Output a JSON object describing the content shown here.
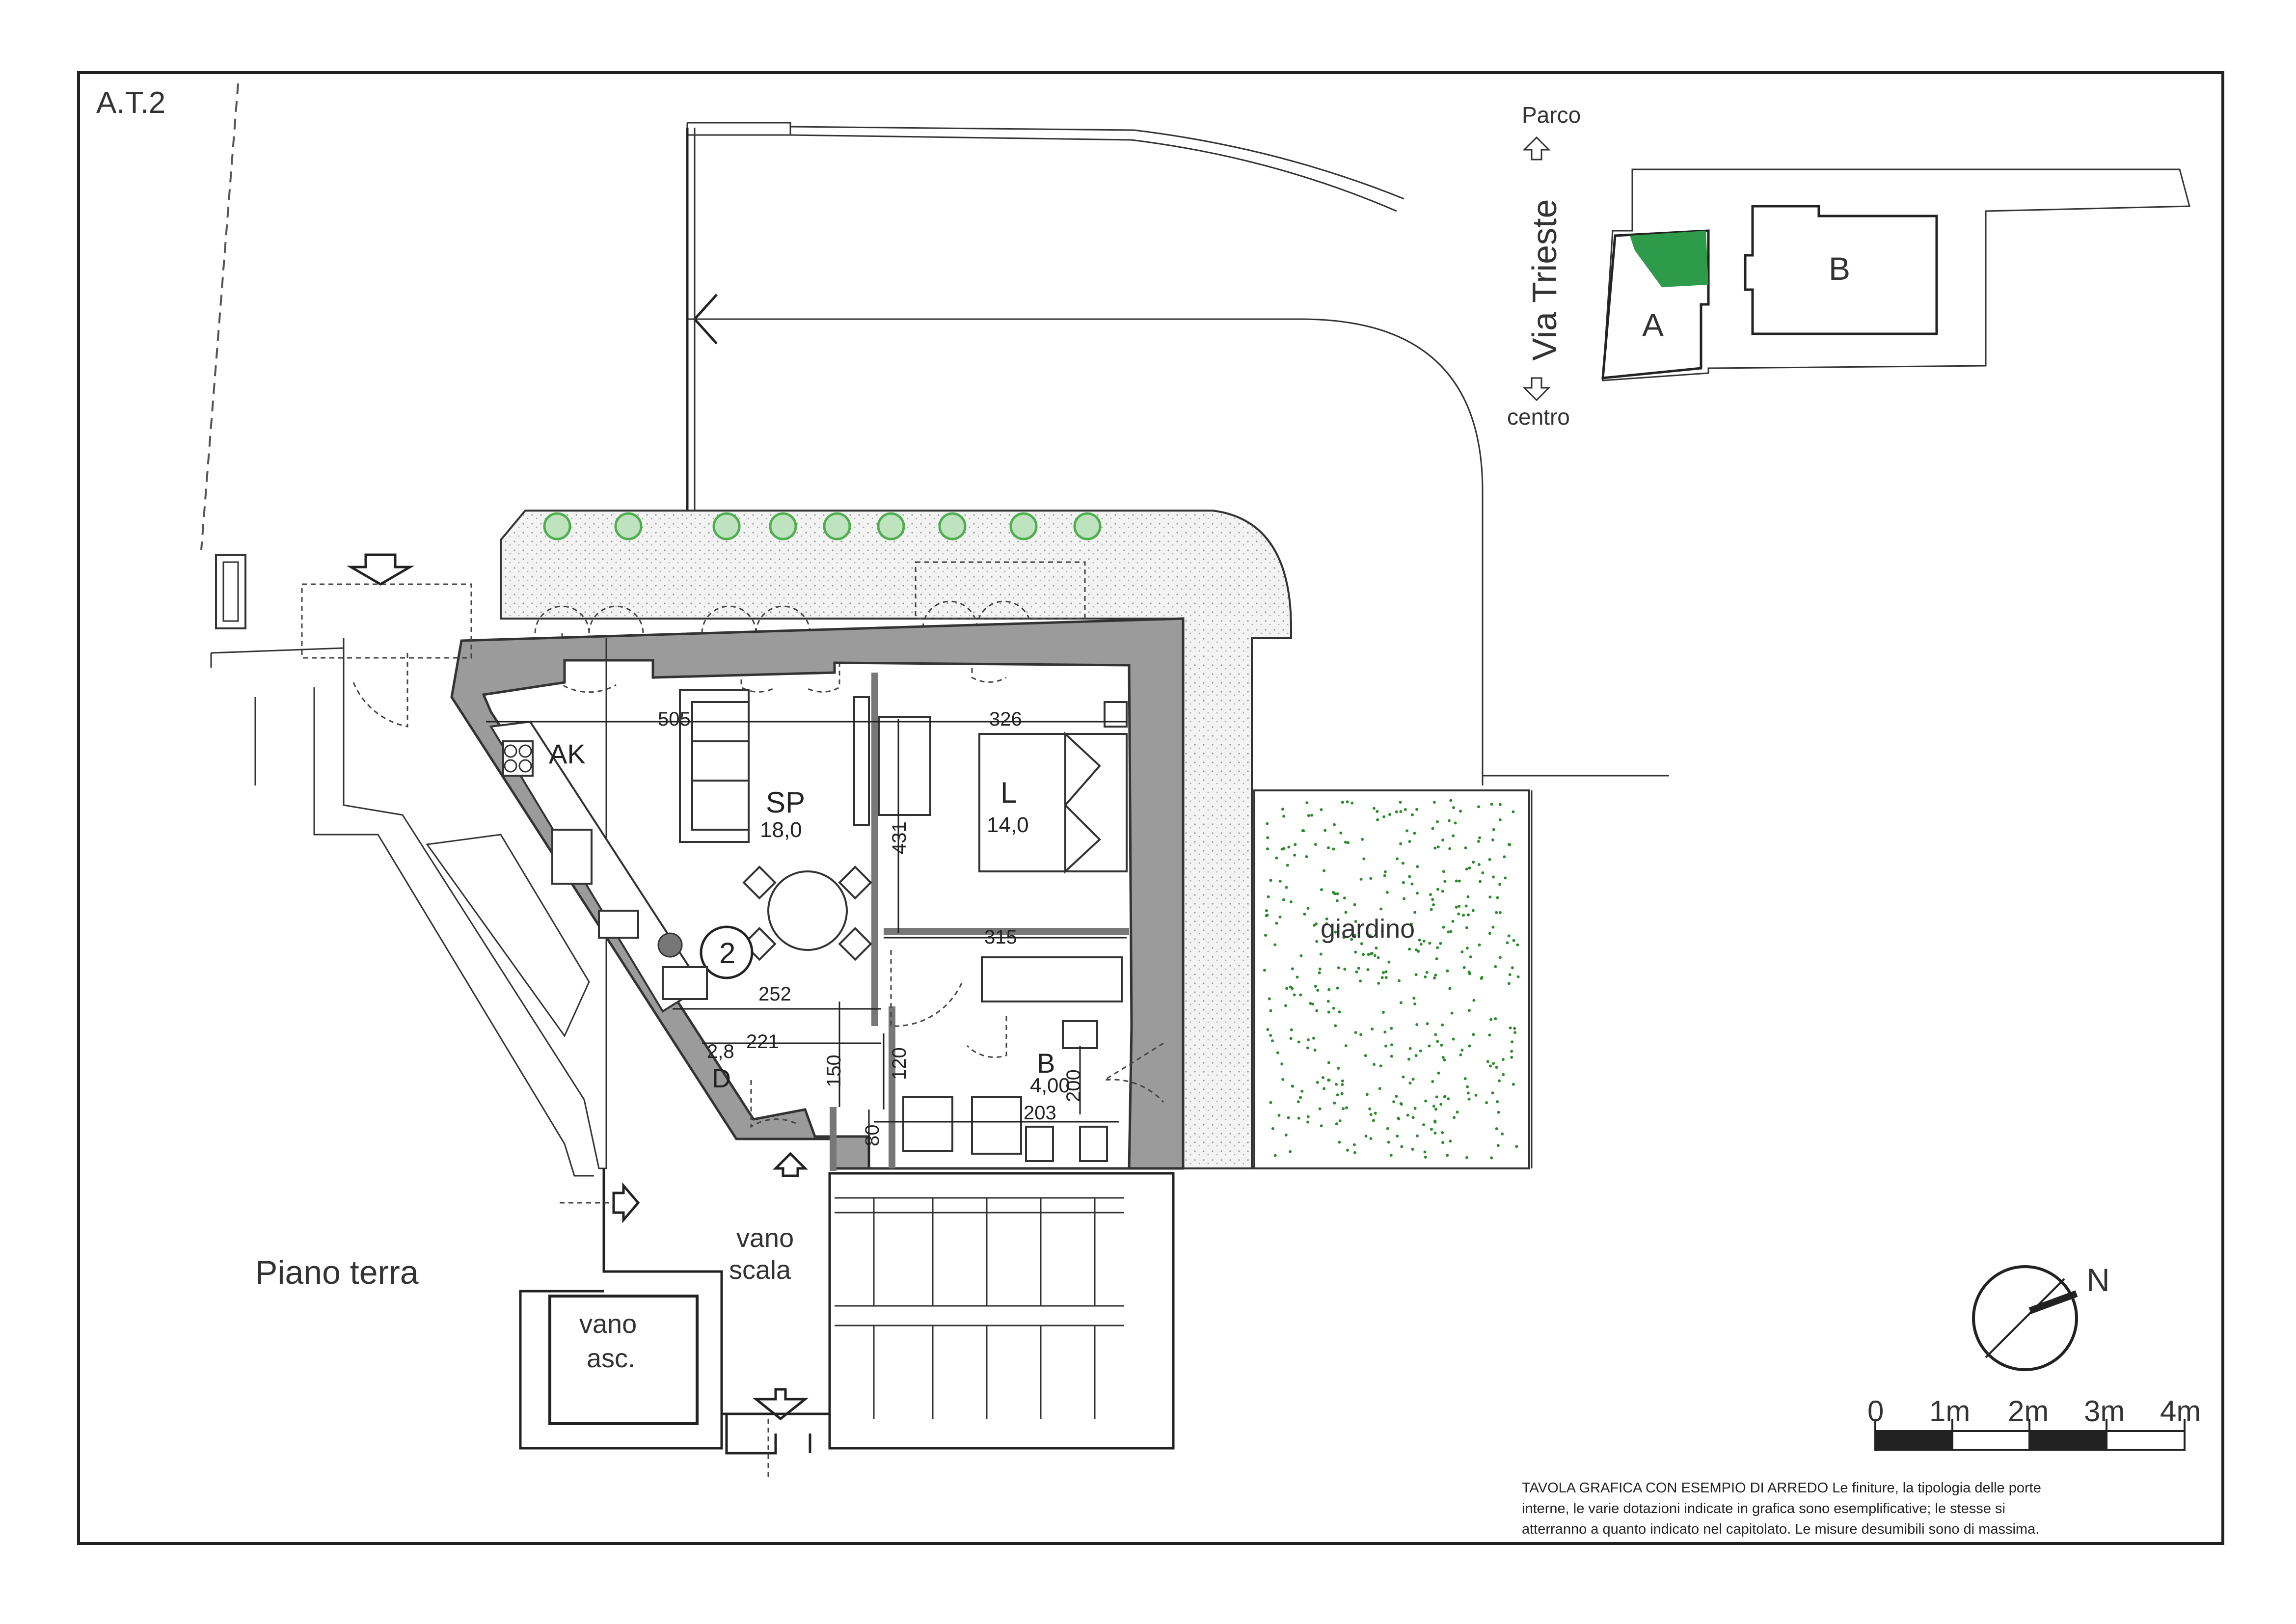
{
  "sheet_code": "A.T.2",
  "floor_label": "Piano terra",
  "apartment_number": "2",
  "rooms": {
    "kitchen": "AK",
    "living": {
      "code": "SP",
      "area": "18,0"
    },
    "bedroom": {
      "code": "L",
      "area": "14,0"
    },
    "bath": {
      "code": "B",
      "area": "4,00"
    },
    "storage": {
      "code": "D",
      "area": "2,8"
    }
  },
  "dimensions": {
    "d505": "505",
    "d326": "326",
    "d431": "431",
    "d315": "315",
    "d252": "252",
    "d221": "221",
    "d150": "150",
    "d120": "120",
    "d200": "200",
    "d203": "203",
    "d80": "80"
  },
  "labels": {
    "giardino": "giardino",
    "vano_scala_1": "vano",
    "vano_scala_2": "scala",
    "vano_asc_1": "vano",
    "vano_asc_2": "asc."
  },
  "key_plan": {
    "street": "Via Trieste",
    "north_dir": "Parco",
    "south_dir": "centro",
    "building_a": "A",
    "building_b": "B",
    "highlight_color": "#2e9b4b"
  },
  "north_label": "N",
  "scale_bar": {
    "ticks": [
      "0",
      "1m",
      "2m",
      "3m",
      "4m"
    ]
  },
  "note": {
    "line1": "TAVOLA GRAFICA CON ESEMPIO DI ARREDO  Le finiture, la tipologia delle porte",
    "line2": "interne, le varie dotazioni indicate in grafica sono esemplificative; le stesse si",
    "line3": "atterranno a quanto indicato nel capitolato. Le misure desumibili sono di massima."
  },
  "colors": {
    "wall": "#9b9b9b",
    "tree": "#4fae4f",
    "garden_dots": "#2a8a2a",
    "paving": "#f2f2f2"
  }
}
